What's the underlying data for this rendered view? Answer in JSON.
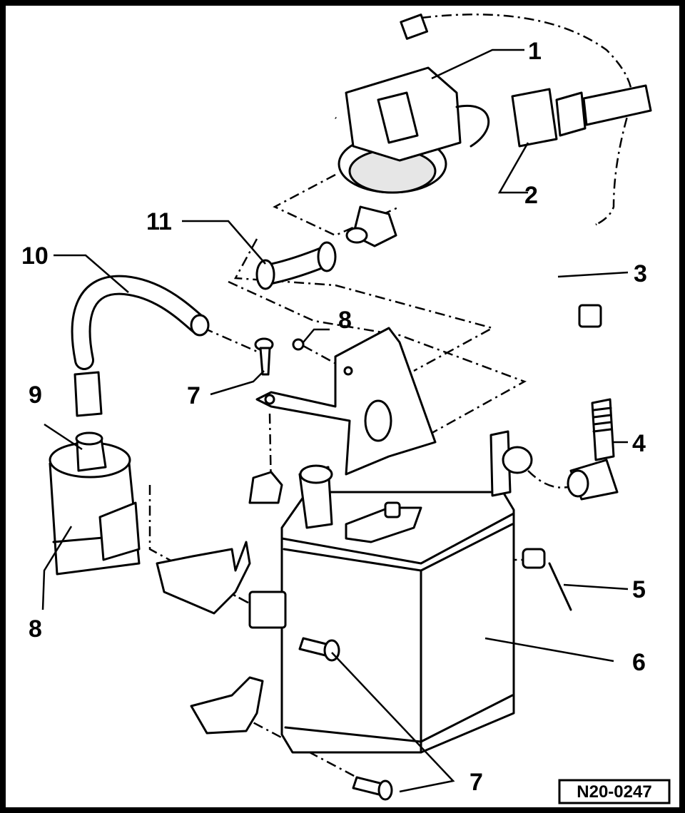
{
  "figure_id": "N20-0247",
  "callouts": {
    "c1": "1",
    "c2": "2",
    "c3": "3",
    "c4": "4",
    "c5": "5",
    "c6": "6",
    "c7a": "7",
    "c7b": "7",
    "c8a": "8",
    "c8b": "8",
    "c9": "9",
    "c10": "10",
    "c11": "11"
  }
}
